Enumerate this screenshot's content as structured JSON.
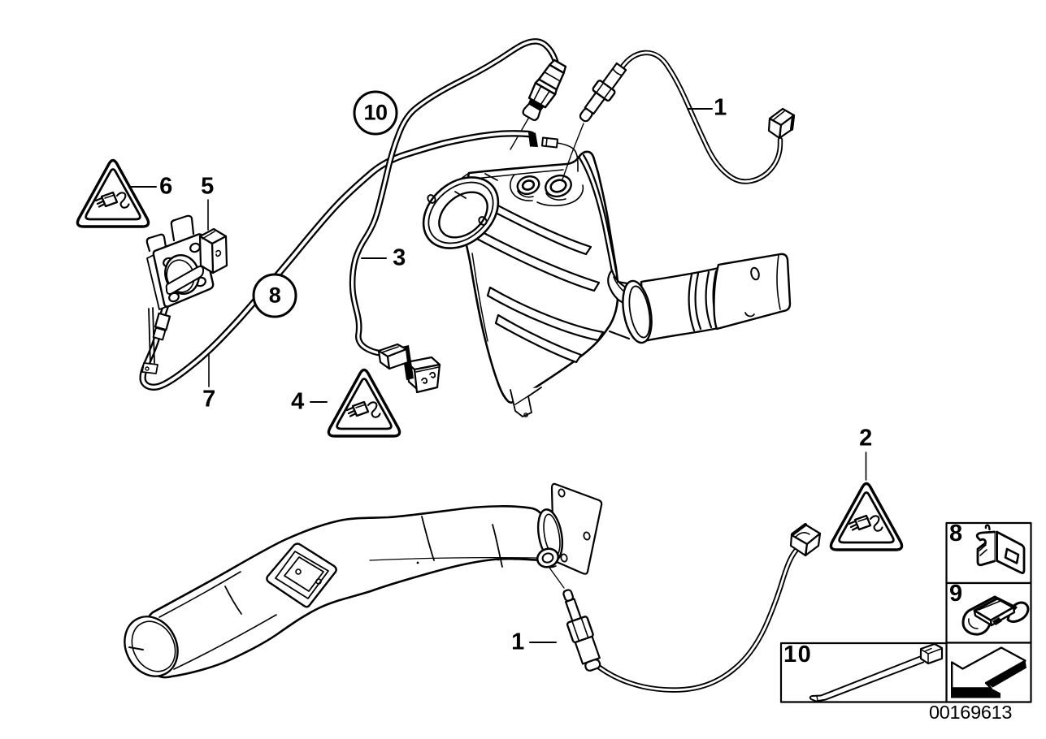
{
  "page": {
    "background": "#ffffff",
    "ink": "#000000"
  },
  "callouts": [
    {
      "name": "callout-1-top",
      "label": "1",
      "style": "plain"
    },
    {
      "name": "callout-10-top",
      "label": "10",
      "style": "circled"
    },
    {
      "name": "callout-6",
      "label": "6",
      "style": "plain"
    },
    {
      "name": "callout-5",
      "label": "5",
      "style": "plain"
    },
    {
      "name": "callout-3",
      "label": "3",
      "style": "plain"
    },
    {
      "name": "callout-8-mid",
      "label": "8",
      "style": "circled"
    },
    {
      "name": "callout-7",
      "label": "7",
      "style": "plain"
    },
    {
      "name": "callout-4",
      "label": "4",
      "style": "plain"
    },
    {
      "name": "callout-2",
      "label": "2",
      "style": "plain"
    },
    {
      "name": "callout-1-bottom",
      "label": "1",
      "style": "plain"
    }
  ],
  "legend": {
    "items": [
      {
        "label": "8",
        "icon": "holder-bracket"
      },
      {
        "label": "9",
        "icon": "cable-clip"
      },
      {
        "label": "10",
        "icon": "cable-tie"
      },
      {
        "label": "",
        "icon": "continue-arrow"
      }
    ]
  },
  "footer": {
    "document_number": "00169613"
  }
}
